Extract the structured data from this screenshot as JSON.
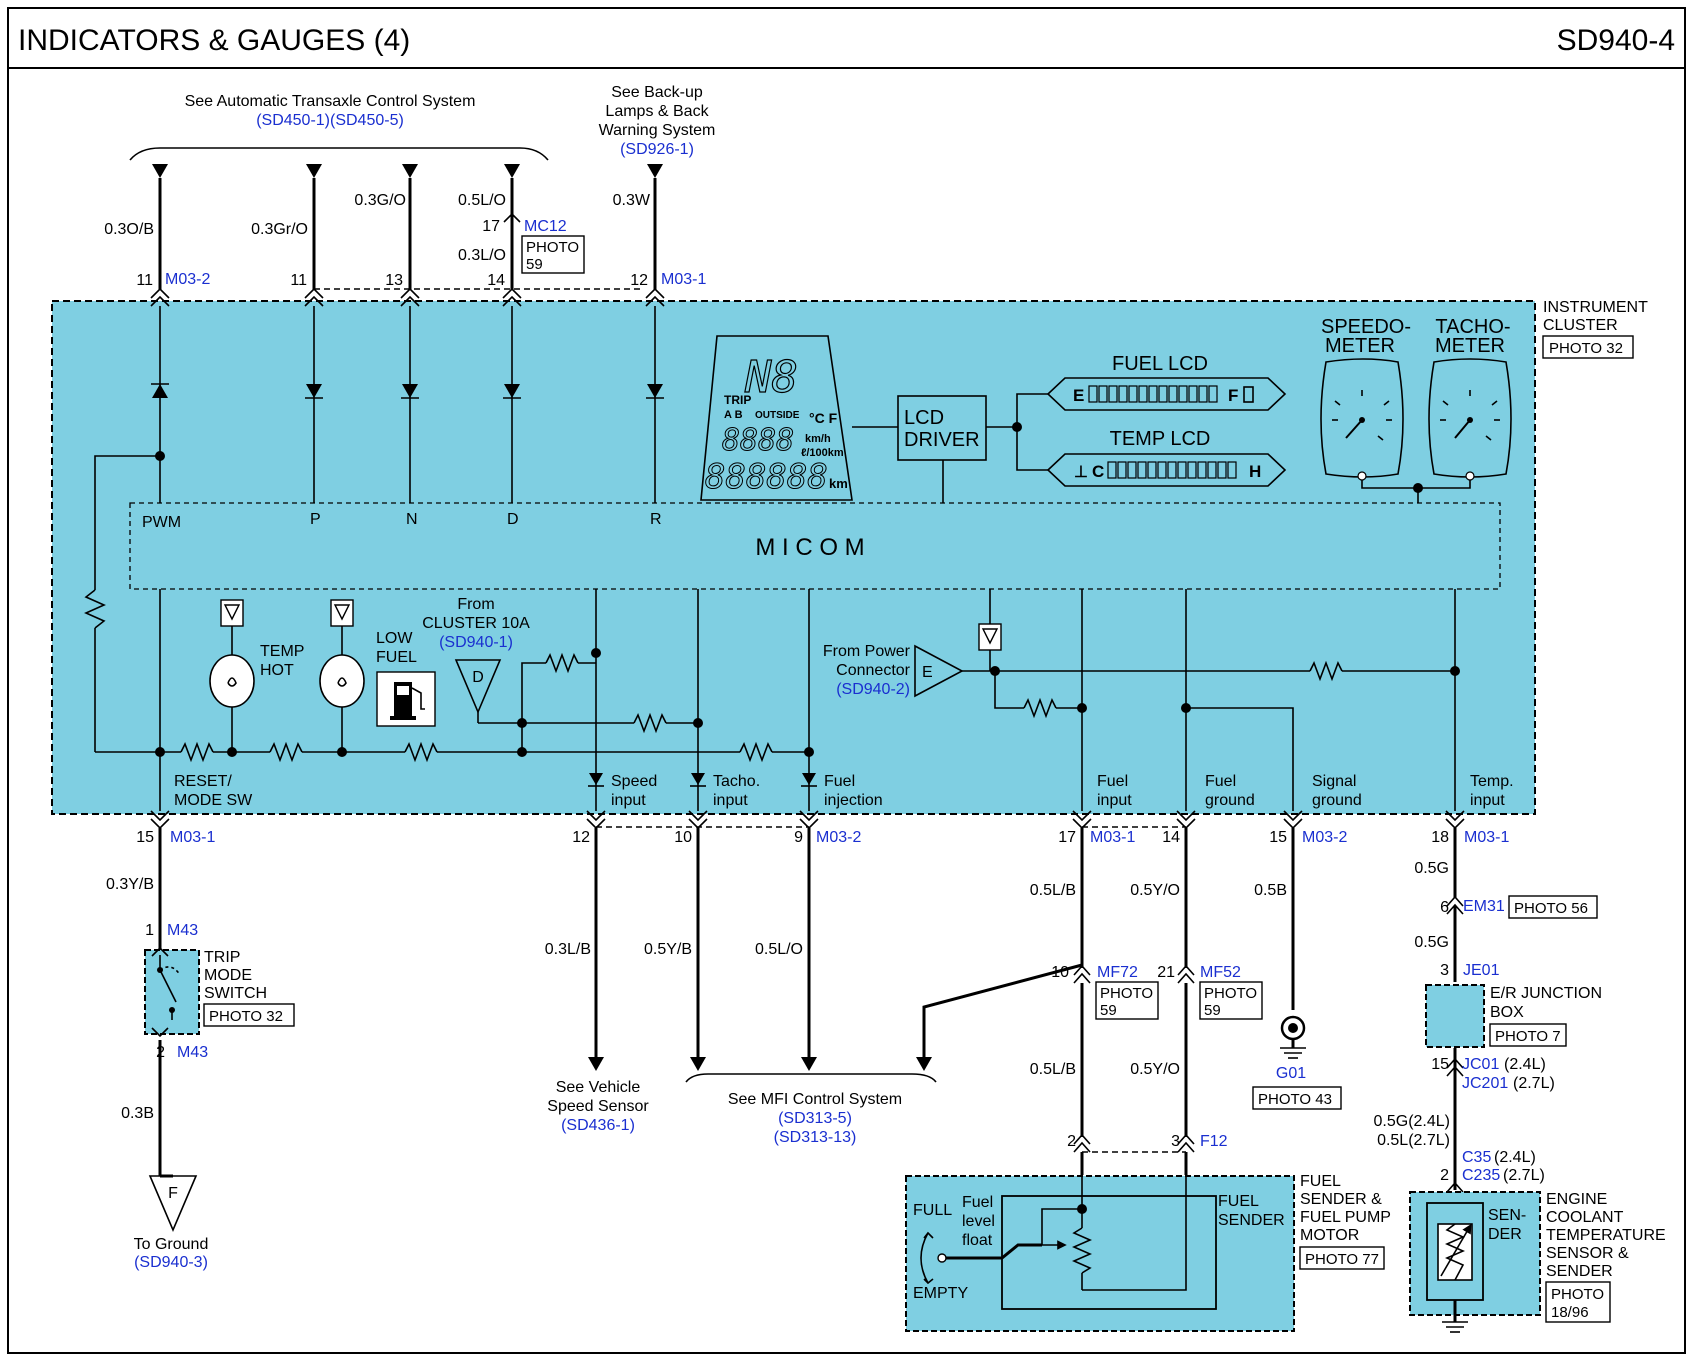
{
  "header": {
    "title": "INDICATORS & GAUGES (4)",
    "code": "SD940-4"
  },
  "top_refs": {
    "atcs_line1": "See Automatic Transaxle Control System",
    "atcs_line2": "(SD450-1)(SD450-5)",
    "backup_line1": "See Back-up",
    "backup_line2": "Lamps & Back",
    "backup_line3": "Warning System",
    "backup_line4": "(SD926-1)"
  },
  "top_wires": {
    "w1": "0.3O/B",
    "w2": "0.3Gr/O",
    "w3": "0.3G/O",
    "w4": "0.5L/O",
    "w5": "0.3L/O",
    "w6": "0.3W",
    "p11a": "11",
    "p11b": "11",
    "p13": "13",
    "p14": "14",
    "p12": "12",
    "p17": "17",
    "m03_2": "M03-2",
    "m03_1": "M03-1",
    "mc12": "MC12",
    "photo": "PHOTO",
    "photo59": "59"
  },
  "cluster": {
    "label1": "INSTRUMENT",
    "label2": "CLUSTER",
    "photo": "PHOTO 32",
    "micom": "M I C O M",
    "lcd_driver1": "LCD",
    "lcd_driver2": "DRIVER",
    "fuel_lcd": "FUEL LCD",
    "temp_lcd": "TEMP LCD",
    "speedo1": "SPEEDO-",
    "speedo2": "METER",
    "tacho1": "TACHO-",
    "tacho2": "METER",
    "pwm": "PWM",
    "p": "P",
    "n": "N",
    "d": "D",
    "r": "R",
    "lcd_trip": "TRIP",
    "lcd_ab": "A B",
    "lcd_outside": "OUTSIDE",
    "lcd_cf": "°C F",
    "lcd_kmh": "km/h",
    "lcd_l100": "ℓ/100km",
    "lcd_km": "km",
    "lcd_digits1": "8888",
    "lcd_digits2": "888888",
    "lcd_n8": "N8",
    "fuel_e": "E",
    "fuel_f": "F",
    "temp_c": "C",
    "temp_h": "H",
    "temp_hot1": "TEMP",
    "temp_hot2": "HOT",
    "low_fuel1": "LOW",
    "low_fuel2": "FUEL",
    "from_cluster1": "From",
    "from_cluster2": "CLUSTER 10A",
    "from_cluster3": "(SD940-1)",
    "from_power1": "From Power",
    "from_power2": "Connector",
    "from_power3": "(SD940-2)",
    "tri_d": "D",
    "tri_e": "E",
    "reset1": "RESET/",
    "reset2": "MODE SW",
    "speed1": "Speed",
    "speed2": "input",
    "tacho_in1": "Tacho.",
    "tacho_in2": "input",
    "fuelinj1": "Fuel",
    "fuelinj2": "injection",
    "fuelin1": "Fuel",
    "fuelin2": "input",
    "fuelgnd1": "Fuel",
    "fuelgnd2": "ground",
    "siggnd1": "Signal",
    "siggnd2": "ground",
    "tempin1": "Temp.",
    "tempin2": "input"
  },
  "bottom": {
    "p15a": "15",
    "m03_1a": "M03-1",
    "p12": "12",
    "p10": "10",
    "p9": "9",
    "m03_2a": "M03-2",
    "p17": "17",
    "m03_1b": "M03-1",
    "p14": "14",
    "p15b": "15",
    "m03_2b": "M03-2",
    "p18": "18",
    "m03_1c": "M03-1",
    "w_03yb": "0.3Y/B",
    "w_03lb": "0.3L/B",
    "w_05yb": "0.5Y/B",
    "w_05lo": "0.5L/O",
    "w_05lb": "0.5L/B",
    "w_05yo": "0.5Y/O",
    "w_05b": "0.5B",
    "w_05g": "0.5G",
    "w_05g2": "0.5G",
    "w_03b": "0.3B",
    "w_05lb2": "0.5L/B",
    "w_05yo2": "0.5Y/O",
    "m43_1": "1",
    "m43a": "M43",
    "m43_2": "2",
    "m43b": "M43",
    "trip1": "TRIP",
    "trip2": "MODE",
    "trip3": "SWITCH",
    "trip_photo": "PHOTO 32",
    "to_ground1": "To Ground",
    "to_ground2": "(SD940-3)",
    "tri_f": "F",
    "vss1": "See Vehicle",
    "vss2": "Speed Sensor",
    "vss3": "(SD436-1)",
    "mfi1": "See MFI Control System",
    "mfi2": "(SD313-5)",
    "mfi3": "(SD313-13)",
    "mf72_pin": "10",
    "mf72": "MF72",
    "mf52_pin": "21",
    "mf52": "MF52",
    "photo": "PHOTO",
    "photo59": "59",
    "g01": "G01",
    "photo43": "PHOTO 43",
    "em31_pin": "6",
    "em31": "EM31",
    "photo56": "PHOTO 56",
    "je01_pin": "3",
    "je01": "JE01",
    "junction1": "E/R JUNCTION",
    "junction2": "BOX",
    "photo7": "PHOTO 7",
    "jc_pin": "15",
    "jc01": "JC01",
    "jc01_s": "(2.4L)",
    "jc201": "JC201",
    "jc201_s": "(2.7L)",
    "w_05g24": "0.5G(2.4L)",
    "w_05l27": "0.5L(2.7L)",
    "c35_pin": "2",
    "c35": "C35",
    "c35_s": "(2.4L)",
    "c235": "C235",
    "c235_s": "(2.7L)",
    "f12_pin2": "2",
    "f12_pin3": "3",
    "f12": "F12",
    "fs1": "FUEL",
    "fs2": "SENDER &",
    "fs3": "FUEL PUMP",
    "fs4": "MOTOR",
    "photo77": "PHOTO 77",
    "fuel_sender1": "FUEL",
    "fuel_sender2": "SENDER",
    "full": "FULL",
    "empty": "EMPTY",
    "float1": "Fuel",
    "float2": "level",
    "float3": "float",
    "ect1": "ENGINE",
    "ect2": "COOLANT",
    "ect3": "TEMPERATURE",
    "ect4": "SENSOR &",
    "ect5": "SENDER",
    "sender1": "SEN-",
    "sender2": "DER",
    "photo_ect1": "PHOTO",
    "photo_ect2": "18/96"
  }
}
